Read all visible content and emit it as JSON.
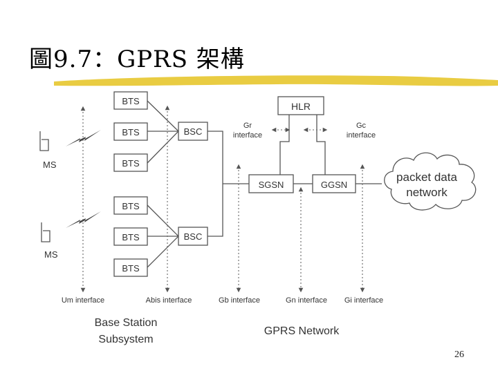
{
  "title": "圖9.7：GPRS 架構",
  "page_number": "26",
  "colors": {
    "line": "#555555",
    "text": "#333333",
    "title_underline": "#e7c72e"
  },
  "nodes": {
    "bts": [
      "BTS",
      "BTS",
      "BTS",
      "BTS",
      "BTS",
      "BTS"
    ],
    "bsc_top": "BSC",
    "bsc_bottom": "BSC",
    "hlr": "HLR",
    "sgsn": "SGSN",
    "ggsn": "GGSN",
    "packet_data_network": [
      "packet data",
      "network"
    ],
    "ms_top": "MS",
    "ms_bottom": "MS"
  },
  "interfaces": {
    "gr": [
      "Gr",
      "interface"
    ],
    "gc": [
      "Gc",
      "interface"
    ],
    "um": "Um interface",
    "abis": "Abis interface",
    "gb": "Gb interface",
    "gn": "Gn interface",
    "gi": "Gi interface"
  },
  "groups": {
    "bss": [
      "Base Station",
      "Subsystem"
    ],
    "gprs": "GPRS Network"
  }
}
